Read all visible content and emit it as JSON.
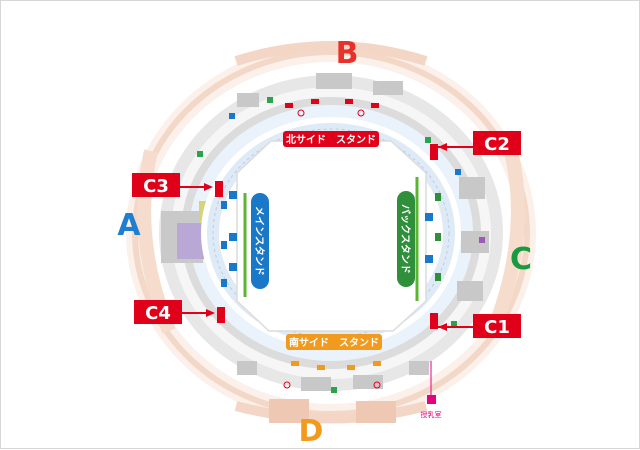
{
  "gates": {
    "a": "A",
    "b": "B",
    "c": "C",
    "d": "D"
  },
  "callouts": {
    "c1": "C1",
    "c2": "C2",
    "c3": "C3",
    "c4": "C4"
  },
  "stands": {
    "north": "北サイド　スタンド",
    "south": "南サイド　スタンド",
    "main": "メインスタンド",
    "back": "バックスタンド"
  },
  "facilities": {
    "nursing_room": "授乳室"
  },
  "colors": {
    "gate_a": "#1e7fd0",
    "gate_b": "#e8312b",
    "gate_c": "#1a9a3f",
    "gate_d": "#f29a1e",
    "callout_red": "#e1001a",
    "north_band": "#e1001a",
    "south_band": "#f29a1e",
    "main_band": "#1a78c8",
    "back_band": "#2f8f3a",
    "nursing_pink": "#e4007f"
  },
  "icons": [
    "toilet-icon",
    "restroom-icon",
    "wheelchair-icon",
    "fire-extinguisher-icon",
    "escalator-icon",
    "baby-nursing-icon"
  ]
}
